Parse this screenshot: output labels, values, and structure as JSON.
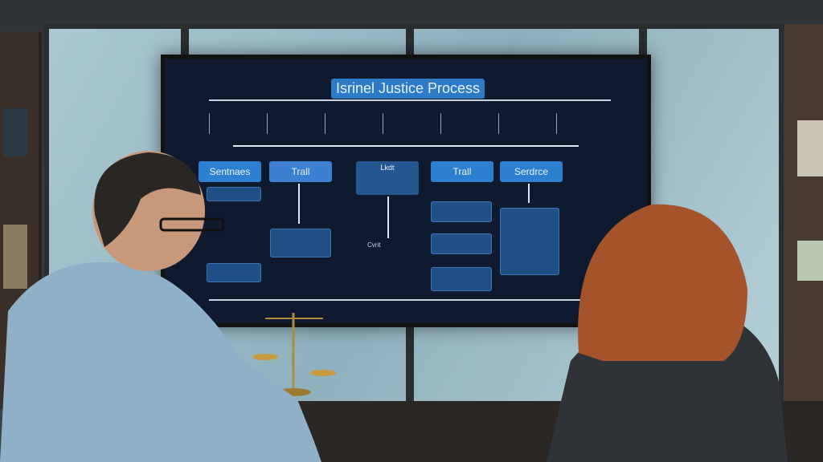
{
  "screen": {
    "title": "Isrinel Justice Process",
    "stages": [
      {
        "label": "Sentnaes"
      },
      {
        "label": "Trall"
      },
      {
        "label": "Lkdt"
      },
      {
        "label": "Trall"
      },
      {
        "label": "Serdrce"
      }
    ],
    "caption": "Cvrit"
  },
  "colors": {
    "screen_bg": "#0f1a2e",
    "stage_blue": "#2f7fd0",
    "title_blue": "#2d7ac7"
  }
}
